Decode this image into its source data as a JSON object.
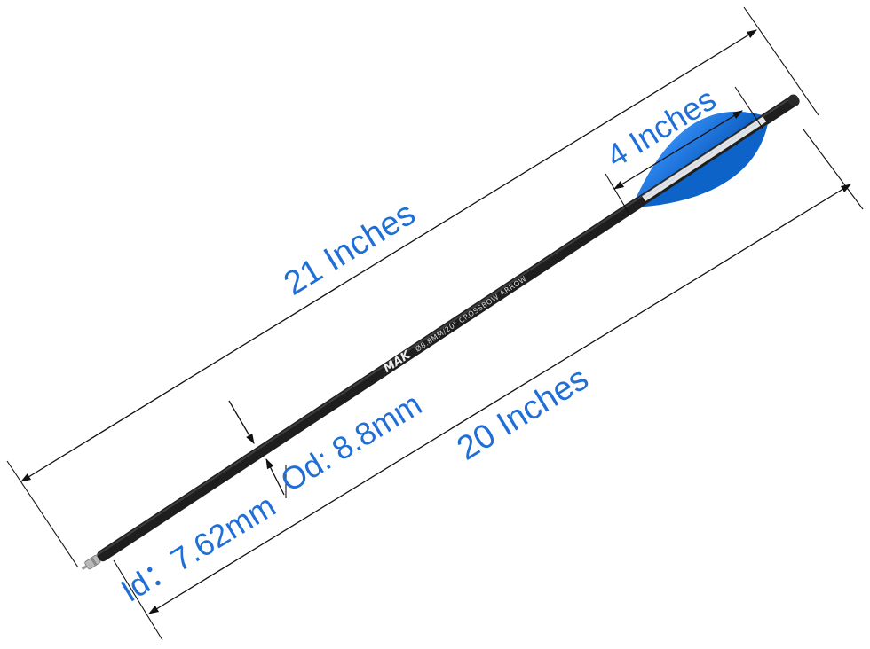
{
  "labels": {
    "overall_length": "21 Inches",
    "fletching_length": "4 Inches",
    "shaft_length": "20 Inches",
    "outer_diameter": "Od: 8.8mm",
    "inner_diameter": "Id：7.62mm"
  },
  "arrow_print": {
    "logo": "MAK",
    "spec": "Ø8.8MM/20\" CROSSBOW ARROW"
  },
  "colors": {
    "label": "#1f6fd6",
    "shaft": "#1e1e1e",
    "vane": "#1673d6",
    "vane_stripe": "#f4f4f4",
    "dimension_line": "#111111"
  }
}
